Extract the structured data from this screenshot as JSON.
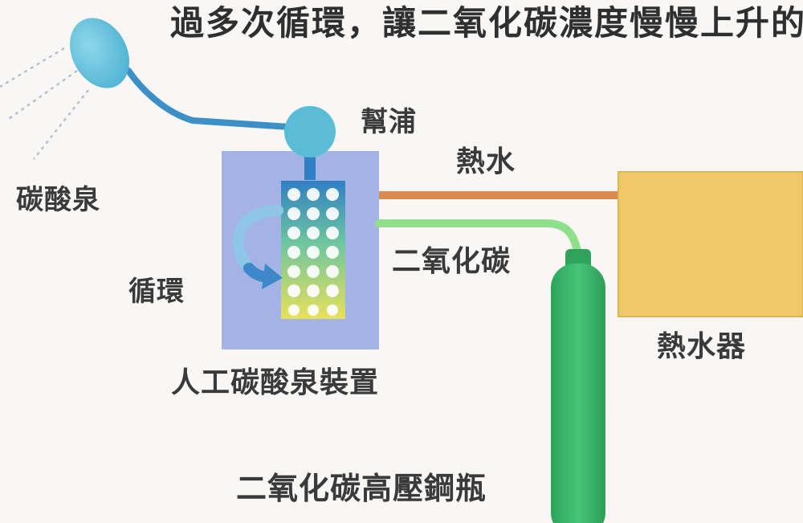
{
  "header": {
    "text": "過多次循環，讓二氧化碳濃度慢慢上升的"
  },
  "labels": {
    "carbonated_spring": "碳酸泉",
    "pump": "幫浦",
    "hot_water": "熱水",
    "co2": "二氧化碳",
    "circulation": "循環",
    "water_heater": "熱水器",
    "device": "人工碳酸泉裝置",
    "co2_cylinder": "二氧化碳高壓鋼瓶"
  },
  "colors": {
    "background": "#f8f7f5",
    "text": "#3a3a3a",
    "shower_head": "#5bbcd8",
    "water_pipe": "#3d8fc8",
    "device_box": "#a4b3e6",
    "hot_water_pipe": "#d98a4f",
    "water_heater": "#f0c869",
    "co2_pipe": "#8ee08a",
    "cylinder": "#3dbb6c",
    "circulation_arrow": "#3d88c8"
  },
  "icons": {
    "shower_head": "shower-head-icon",
    "pump": "pump-icon",
    "circulation": "circulation-arrow-icon",
    "bubbles": "bubble-column-icon"
  }
}
